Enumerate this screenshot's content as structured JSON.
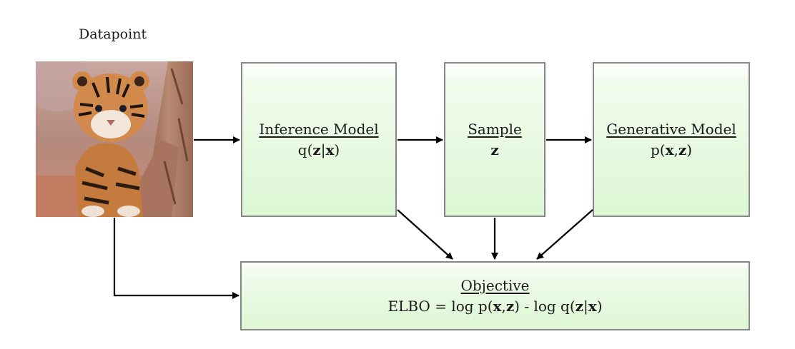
{
  "datapoint": {
    "label": "Datapoint"
  },
  "image": {
    "alt": "tiger cub"
  },
  "nodes": {
    "inference": {
      "title": "Inference Model",
      "formula_pre": "q(",
      "formula_b1": "z",
      "formula_mid": "|",
      "formula_b2": "x",
      "formula_post": ")"
    },
    "sample": {
      "title": "Sample",
      "variable": "z"
    },
    "generative": {
      "title": "Generative Model",
      "formula_pre": "p(",
      "formula_b1": "x",
      "formula_mid": ",",
      "formula_b2": "z",
      "formula_post": ")"
    },
    "objective": {
      "title": "Objective",
      "e_pre": "ELBO = log p(",
      "e_b1": "x",
      "e_s1": ",",
      "e_b2": "z",
      "e_mid": ") - log q(",
      "e_b3": "z",
      "e_s2": "|",
      "e_b4": "x",
      "e_post": ")"
    }
  },
  "colors": {
    "box_border": "#868686",
    "box_fill_top": "#ffffff",
    "box_fill_bottom": "#dcf7d4",
    "arrow": "#000000"
  }
}
